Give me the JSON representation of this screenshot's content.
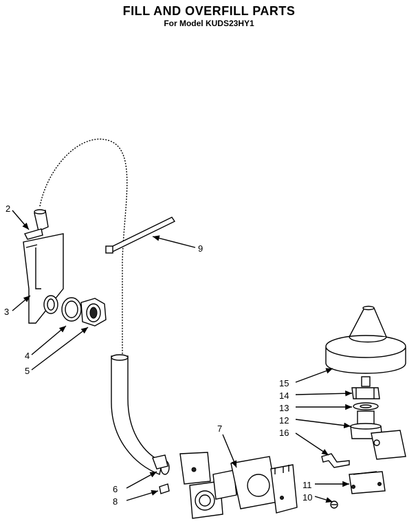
{
  "title": "FILL AND OVERFILL PARTS",
  "subtitle": "For Model KUDS23HY1",
  "callouts": [
    {
      "id": "c2",
      "label": "2"
    },
    {
      "id": "c3",
      "label": "3"
    },
    {
      "id": "c4",
      "label": "4"
    },
    {
      "id": "c5",
      "label": "5"
    },
    {
      "id": "c9",
      "label": "9"
    },
    {
      "id": "c15",
      "label": "15"
    },
    {
      "id": "c14",
      "label": "14"
    },
    {
      "id": "c13",
      "label": "13"
    },
    {
      "id": "c12",
      "label": "12"
    },
    {
      "id": "c16",
      "label": "16"
    },
    {
      "id": "c7",
      "label": "7"
    },
    {
      "id": "c6",
      "label": "6"
    },
    {
      "id": "c8",
      "label": "8"
    },
    {
      "id": "c11",
      "label": "11"
    },
    {
      "id": "c10",
      "label": "10"
    }
  ]
}
